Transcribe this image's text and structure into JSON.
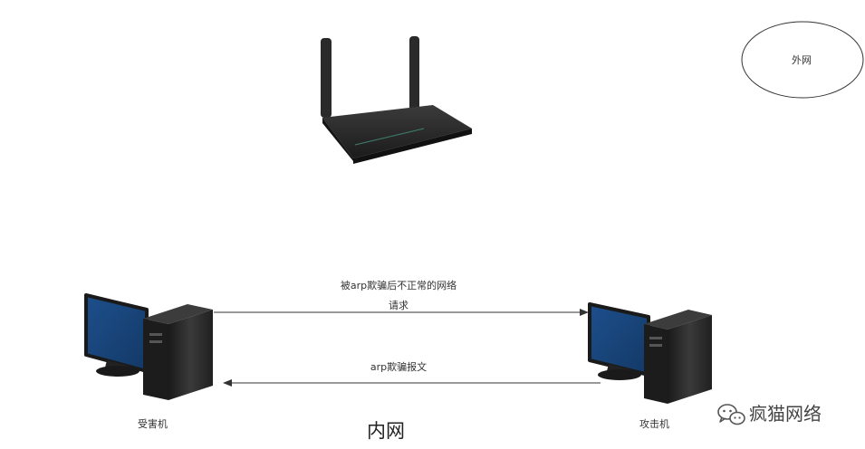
{
  "nodes": {
    "external_network": "外网",
    "victim": "受害机",
    "attacker": "攻击机",
    "lan": "内网"
  },
  "edges": {
    "victim_to_attacker_line1": "被arp欺骗后不正常的网络",
    "victim_to_attacker_line2": "请求",
    "attacker_to_victim": "arp欺骗报文"
  },
  "watermark": {
    "text": "疯猫网络",
    "icon": "wechat-icon"
  },
  "colors": {
    "screen": "#1f4f86",
    "case": "#2e2e2e",
    "router": "#2a2a2a",
    "line": "#333333"
  }
}
